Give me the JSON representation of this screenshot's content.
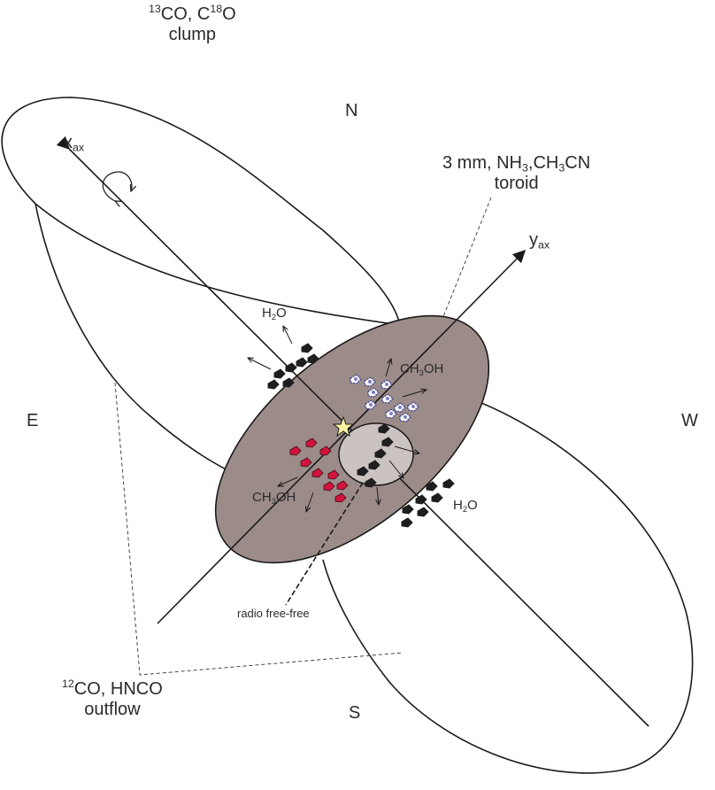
{
  "compass": {
    "north": "N",
    "south": "S",
    "east": "E",
    "west": "W"
  },
  "labels": {
    "clump": {
      "iso1": "13",
      "text1": "CO, C",
      "iso2": "18",
      "text2": "O",
      "line2": "clump"
    },
    "toroid": {
      "t1": "3 mm, NH",
      "s1": "3",
      "t2": ",CH",
      "s2": "3",
      "t3": "CN",
      "line2": "toroid"
    },
    "outflow": {
      "iso": "12",
      "text": "CO, HNCO",
      "line2": "outflow"
    },
    "radio": "radio free-free",
    "axis_x": {
      "main": "x",
      "sub": "ax"
    },
    "axis_y": {
      "main": "y",
      "sub": "ax"
    },
    "water_upper": {
      "a": "H",
      "s": "2",
      "b": "O"
    },
    "water_lower": {
      "a": "H",
      "s": "2",
      "b": "O"
    },
    "methanol_upper": {
      "a": "CH",
      "s": "3",
      "b": "OH"
    },
    "methanol_lower": {
      "a": "CH",
      "s": "3",
      "b": "OH"
    }
  },
  "colors": {
    "toroid_fill": "#9c8c89",
    "core_fill": "#cbc3c1",
    "redshifted_masers": "#d2143c",
    "blueshifted_masers": "#7c7cc4",
    "water_masers": "#1e1e1e",
    "star": "#fbf3a0",
    "lines": "#1a1a1a"
  },
  "icons": {
    "star": "star-icon",
    "rotation": "rotation-arrow-icon"
  }
}
